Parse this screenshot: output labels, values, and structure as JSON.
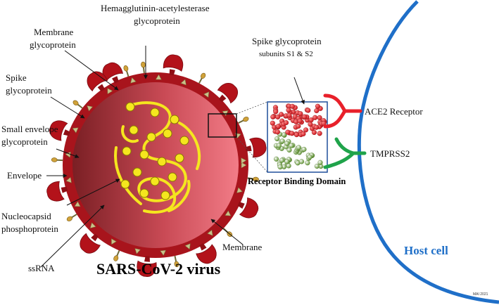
{
  "title": "SARS-CoV-2 virus",
  "host_cell_label": "Host cell",
  "receptor_binding_domain_label": "Receptor Binding Domain",
  "spike_subunits": {
    "line1": "Spike glycoprotein",
    "line2": "subunits S1 & S2"
  },
  "receptors": {
    "ace2": "ACE2 Receptor",
    "tmprss2": "TMPRSS2"
  },
  "labels": {
    "membrane_glycoprotein": [
      "Membrane",
      "glycoprotein"
    ],
    "hemagglutinin": [
      "Hemagglutinin-acetylesterase",
      "glycoprotein"
    ],
    "spike_glycoprotein": [
      "Spike",
      "glycoprotein"
    ],
    "small_envelope": [
      "Small envelope",
      "glycoprotein"
    ],
    "envelope": "Envelope",
    "nucleocapsid": [
      "Nucleocapsid",
      "phosphoprotein"
    ],
    "ssrna": "ssRNA",
    "membrane": "Membrane"
  },
  "credit": "MAI 2021",
  "colors": {
    "virus_dark": "#8b1a1f",
    "virus_light": "#f07a85",
    "spike": "#b3121a",
    "rna": "#f5e61e",
    "host_membrane": "#1f6fc8",
    "ace2": "#e8202a",
    "tmprss2": "#1fa34a"
  }
}
